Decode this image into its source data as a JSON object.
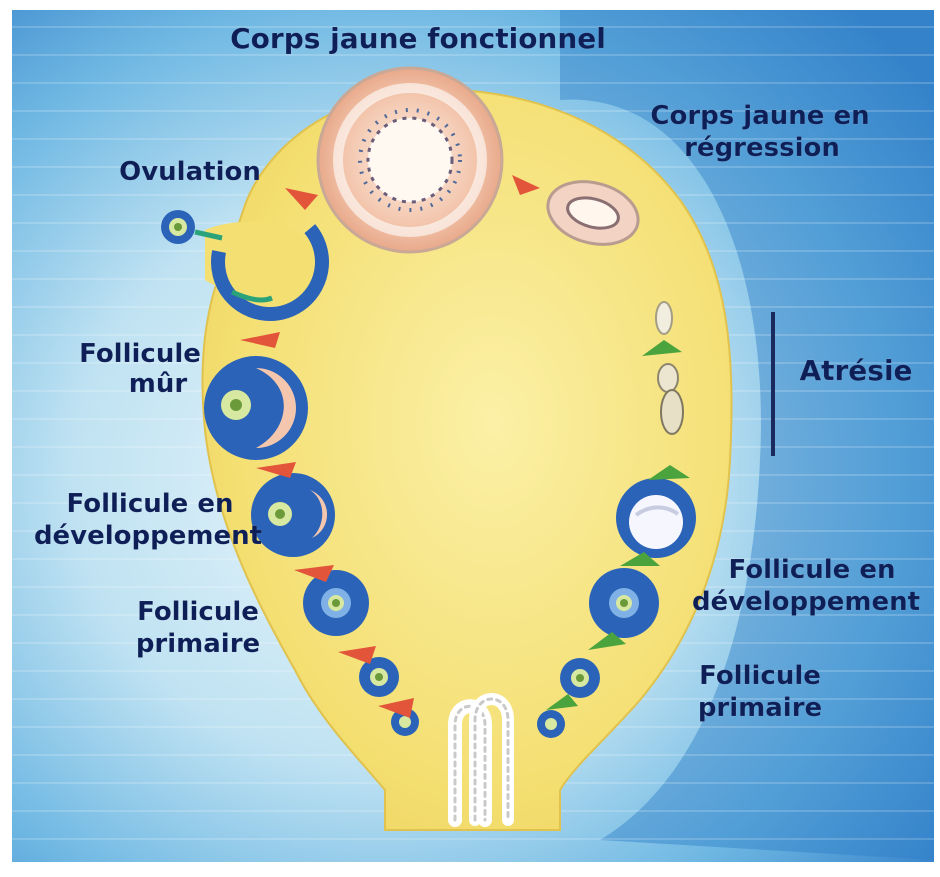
{
  "labels": {
    "top": "Corps jaune fonctionnel",
    "regress_1": "Corps jaune en",
    "regress_2": "régression",
    "ovulation": "Ovulation",
    "mur_1": "Follicule",
    "mur_2": "mûr",
    "dev_left_1": "Follicule en",
    "dev_left_2": "développement",
    "prim_left_1": "Follicule",
    "prim_left_2": "primaire",
    "atresie": "Atrésie",
    "dev_right_1": "Follicule en",
    "dev_right_2": "développement",
    "prim_right_1": "Follicule",
    "prim_right_2": "primaire"
  },
  "colors": {
    "ovary": "#f4df72",
    "background_light": "#cfe9f5",
    "background_dark": "#2f7fc8",
    "label": "#0e1f57",
    "arrow_red": "#e2553a",
    "arrow_green": "#4aa33c",
    "follicle_blue": "#2a63b8"
  }
}
